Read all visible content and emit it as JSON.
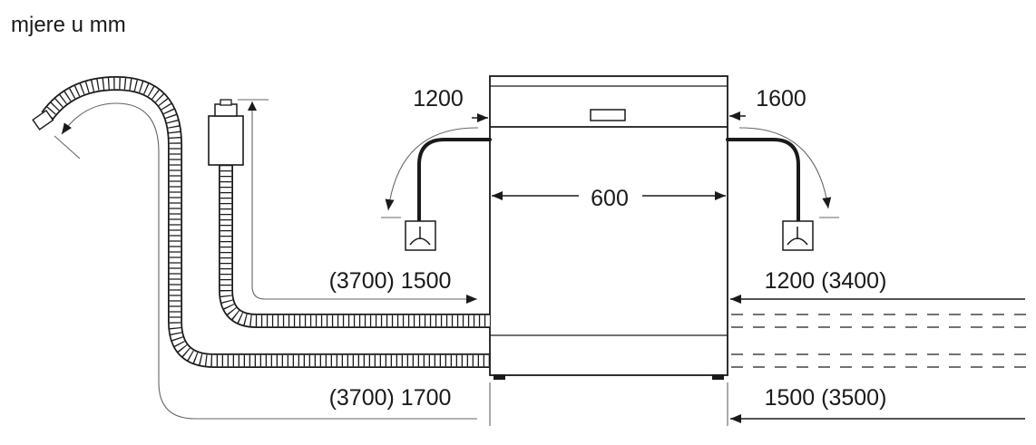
{
  "units_label": "mjere u mm",
  "dimensions": {
    "width": "600",
    "left_power_cord": "1200",
    "right_water_supply": "1600",
    "left_upper_hose": "(3700) 1500",
    "left_lower_hose": "(3700) 1700",
    "right_upper": "1200 (3400)",
    "right_lower": "1500 (3500)"
  }
}
